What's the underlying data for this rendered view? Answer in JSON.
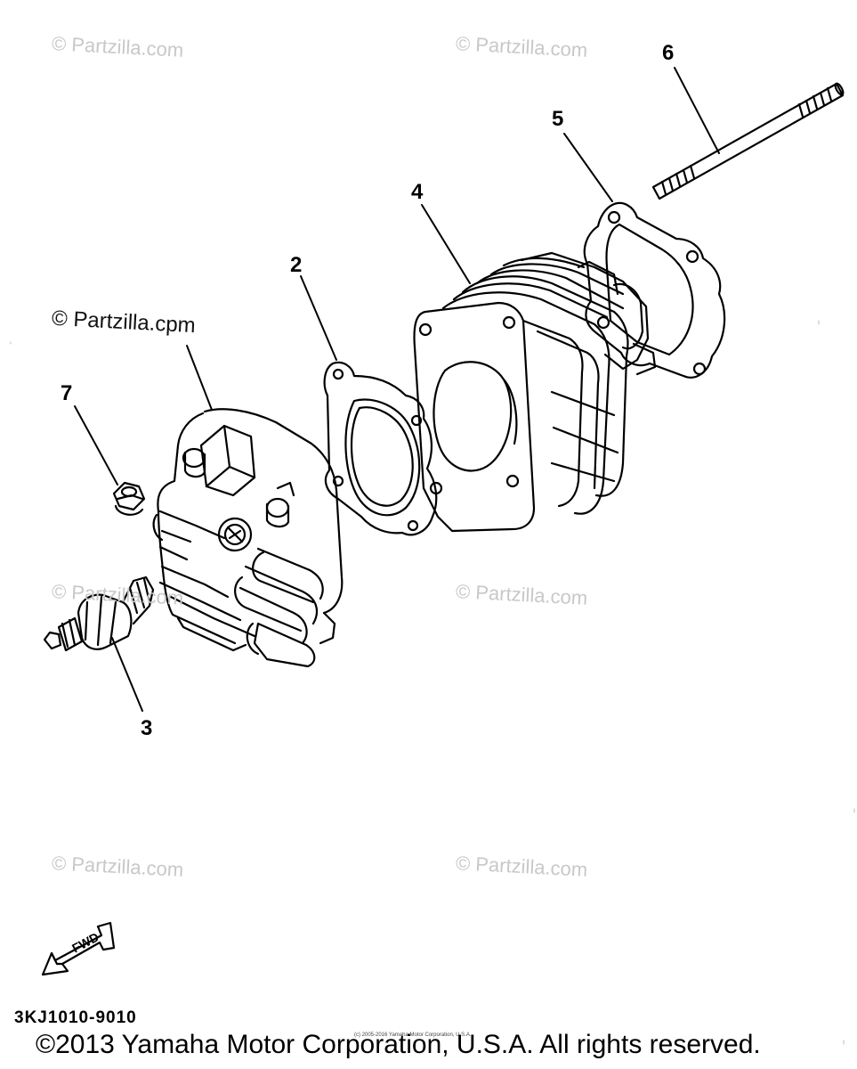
{
  "watermarks": {
    "w1": "© Partzilla.com",
    "w2": "© Partzilla.com",
    "w3": "© Partzilla.cpm",
    "w4": "© Partzilla.com",
    "w5": "© Partzilla.com",
    "w6": "© Partzilla.com",
    "w7": "© Partzilla.com"
  },
  "callouts": {
    "c2": "2",
    "c3": "3",
    "c4": "4",
    "c5": "5",
    "c6": "6",
    "c7": "7"
  },
  "fwd_label": "FWD",
  "diagram_code": "3KJ1010-9010",
  "copyright": "©2013 Yamaha Motor Corporation, U.S.A. All rights reserved.",
  "fine_print": "(c) 2005-2016 Yamaha Motor Corporation, U.S.A."
}
